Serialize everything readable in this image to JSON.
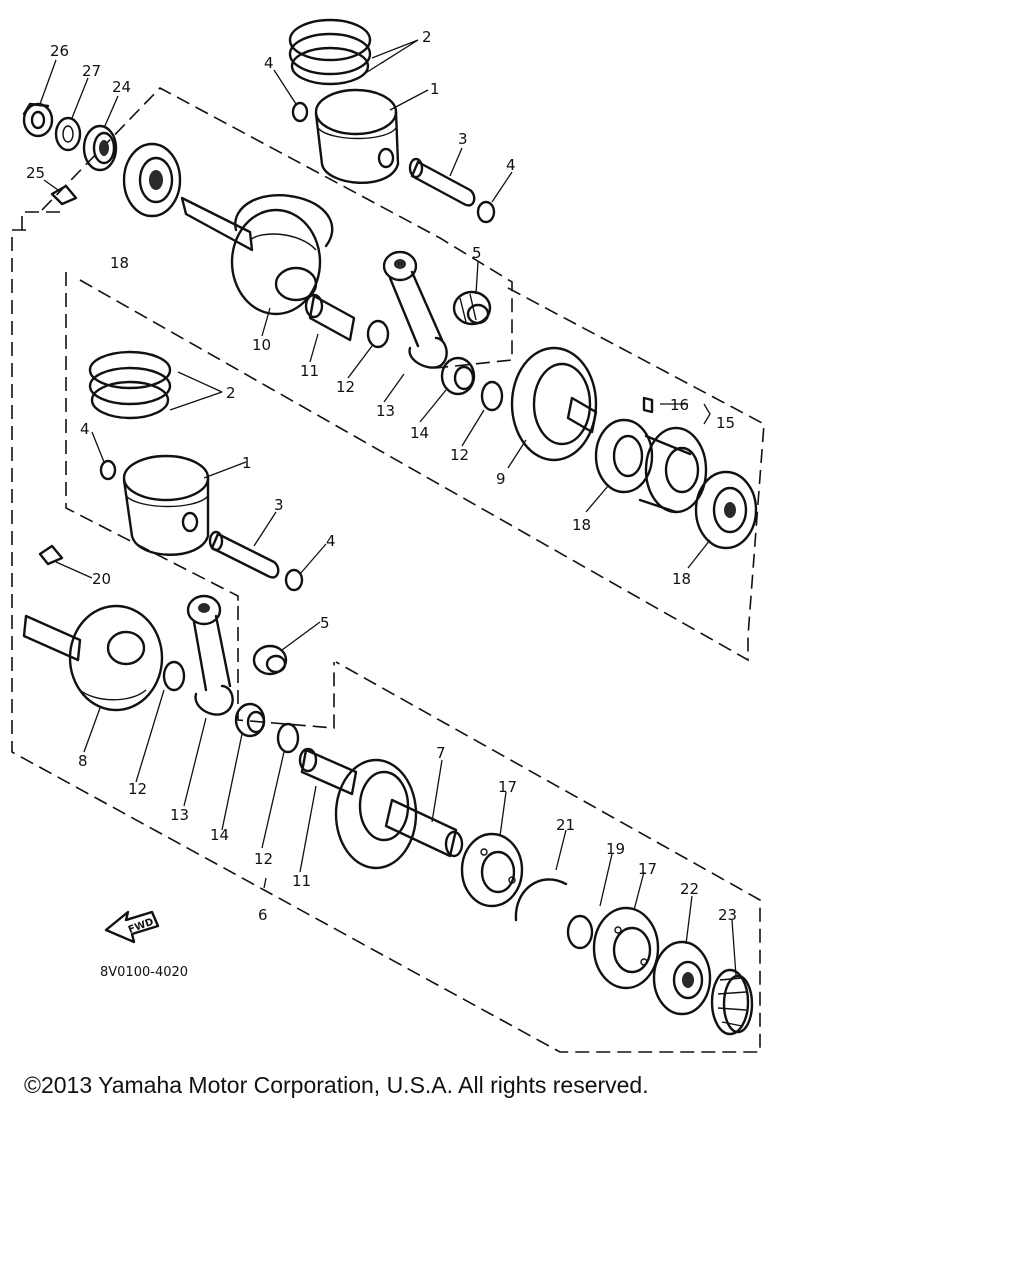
{
  "diagram": {
    "drawing_code": "8V0100-4020",
    "fwd_label": "FWD",
    "callouts": [
      {
        "id": "c26",
        "label": "26"
      },
      {
        "id": "c27",
        "label": "27"
      },
      {
        "id": "c24",
        "label": "24"
      },
      {
        "id": "c25",
        "label": "25"
      },
      {
        "id": "c18a",
        "label": "18"
      },
      {
        "id": "c2a",
        "label": "2"
      },
      {
        "id": "c4a",
        "label": "4"
      },
      {
        "id": "c1a",
        "label": "1"
      },
      {
        "id": "c3a",
        "label": "3"
      },
      {
        "id": "c4b",
        "label": "4"
      },
      {
        "id": "c5a",
        "label": "5"
      },
      {
        "id": "c10",
        "label": "10"
      },
      {
        "id": "c11a",
        "label": "11"
      },
      {
        "id": "c12a",
        "label": "12"
      },
      {
        "id": "c13a",
        "label": "13"
      },
      {
        "id": "c14a",
        "label": "14"
      },
      {
        "id": "c12b",
        "label": "12"
      },
      {
        "id": "c9",
        "label": "9"
      },
      {
        "id": "c16",
        "label": "16"
      },
      {
        "id": "c15",
        "label": "15"
      },
      {
        "id": "c18b",
        "label": "18"
      },
      {
        "id": "c18c",
        "label": "18"
      },
      {
        "id": "c2b",
        "label": "2"
      },
      {
        "id": "c4c",
        "label": "4"
      },
      {
        "id": "c1b",
        "label": "1"
      },
      {
        "id": "c3b",
        "label": "3"
      },
      {
        "id": "c4d",
        "label": "4"
      },
      {
        "id": "c20",
        "label": "20"
      },
      {
        "id": "c5b",
        "label": "5"
      },
      {
        "id": "c8",
        "label": "8"
      },
      {
        "id": "c12c",
        "label": "12"
      },
      {
        "id": "c13b",
        "label": "13"
      },
      {
        "id": "c14b",
        "label": "14"
      },
      {
        "id": "c12d",
        "label": "12"
      },
      {
        "id": "c11b",
        "label": "11"
      },
      {
        "id": "c7",
        "label": "7"
      },
      {
        "id": "c17a",
        "label": "17"
      },
      {
        "id": "c21",
        "label": "21"
      },
      {
        "id": "c19",
        "label": "19"
      },
      {
        "id": "c17b",
        "label": "17"
      },
      {
        "id": "c22",
        "label": "22"
      },
      {
        "id": "c23",
        "label": "23"
      },
      {
        "id": "c6",
        "label": "6"
      }
    ]
  },
  "copyright": "©2013 Yamaha Motor Corporation, U.S.A. All rights reserved."
}
